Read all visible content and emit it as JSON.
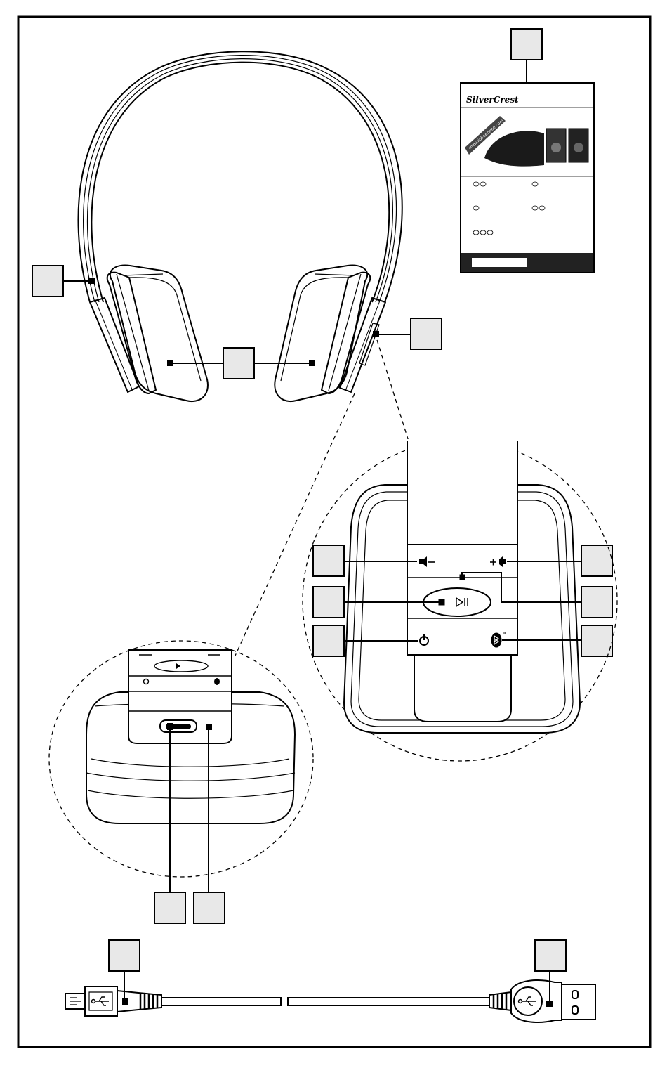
{
  "booklet": {
    "brand": "SilverCrest",
    "url": "www.lidl-service.com"
  },
  "callout_boxes": [
    {
      "id": "headband-label"
    },
    {
      "id": "ear-cushion-label"
    },
    {
      "id": "controls-label"
    },
    {
      "id": "manual-label"
    },
    {
      "id": "volume-down-label"
    },
    {
      "id": "play-pause-label"
    },
    {
      "id": "power-label"
    },
    {
      "id": "volume-up-label"
    },
    {
      "id": "led-label"
    },
    {
      "id": "bluetooth-label"
    },
    {
      "id": "usb-port-label"
    },
    {
      "id": "charge-led-label"
    },
    {
      "id": "micro-usb-label"
    },
    {
      "id": "usb-a-label"
    }
  ],
  "icons": [
    "volume-down-icon",
    "volume-up-icon",
    "play-pause-icon",
    "power-icon",
    "bluetooth-icon",
    "usb-symbol-icon"
  ],
  "colors": {
    "line": "#000000",
    "box_fill": "#e8e8e8",
    "frame": "#000000"
  }
}
